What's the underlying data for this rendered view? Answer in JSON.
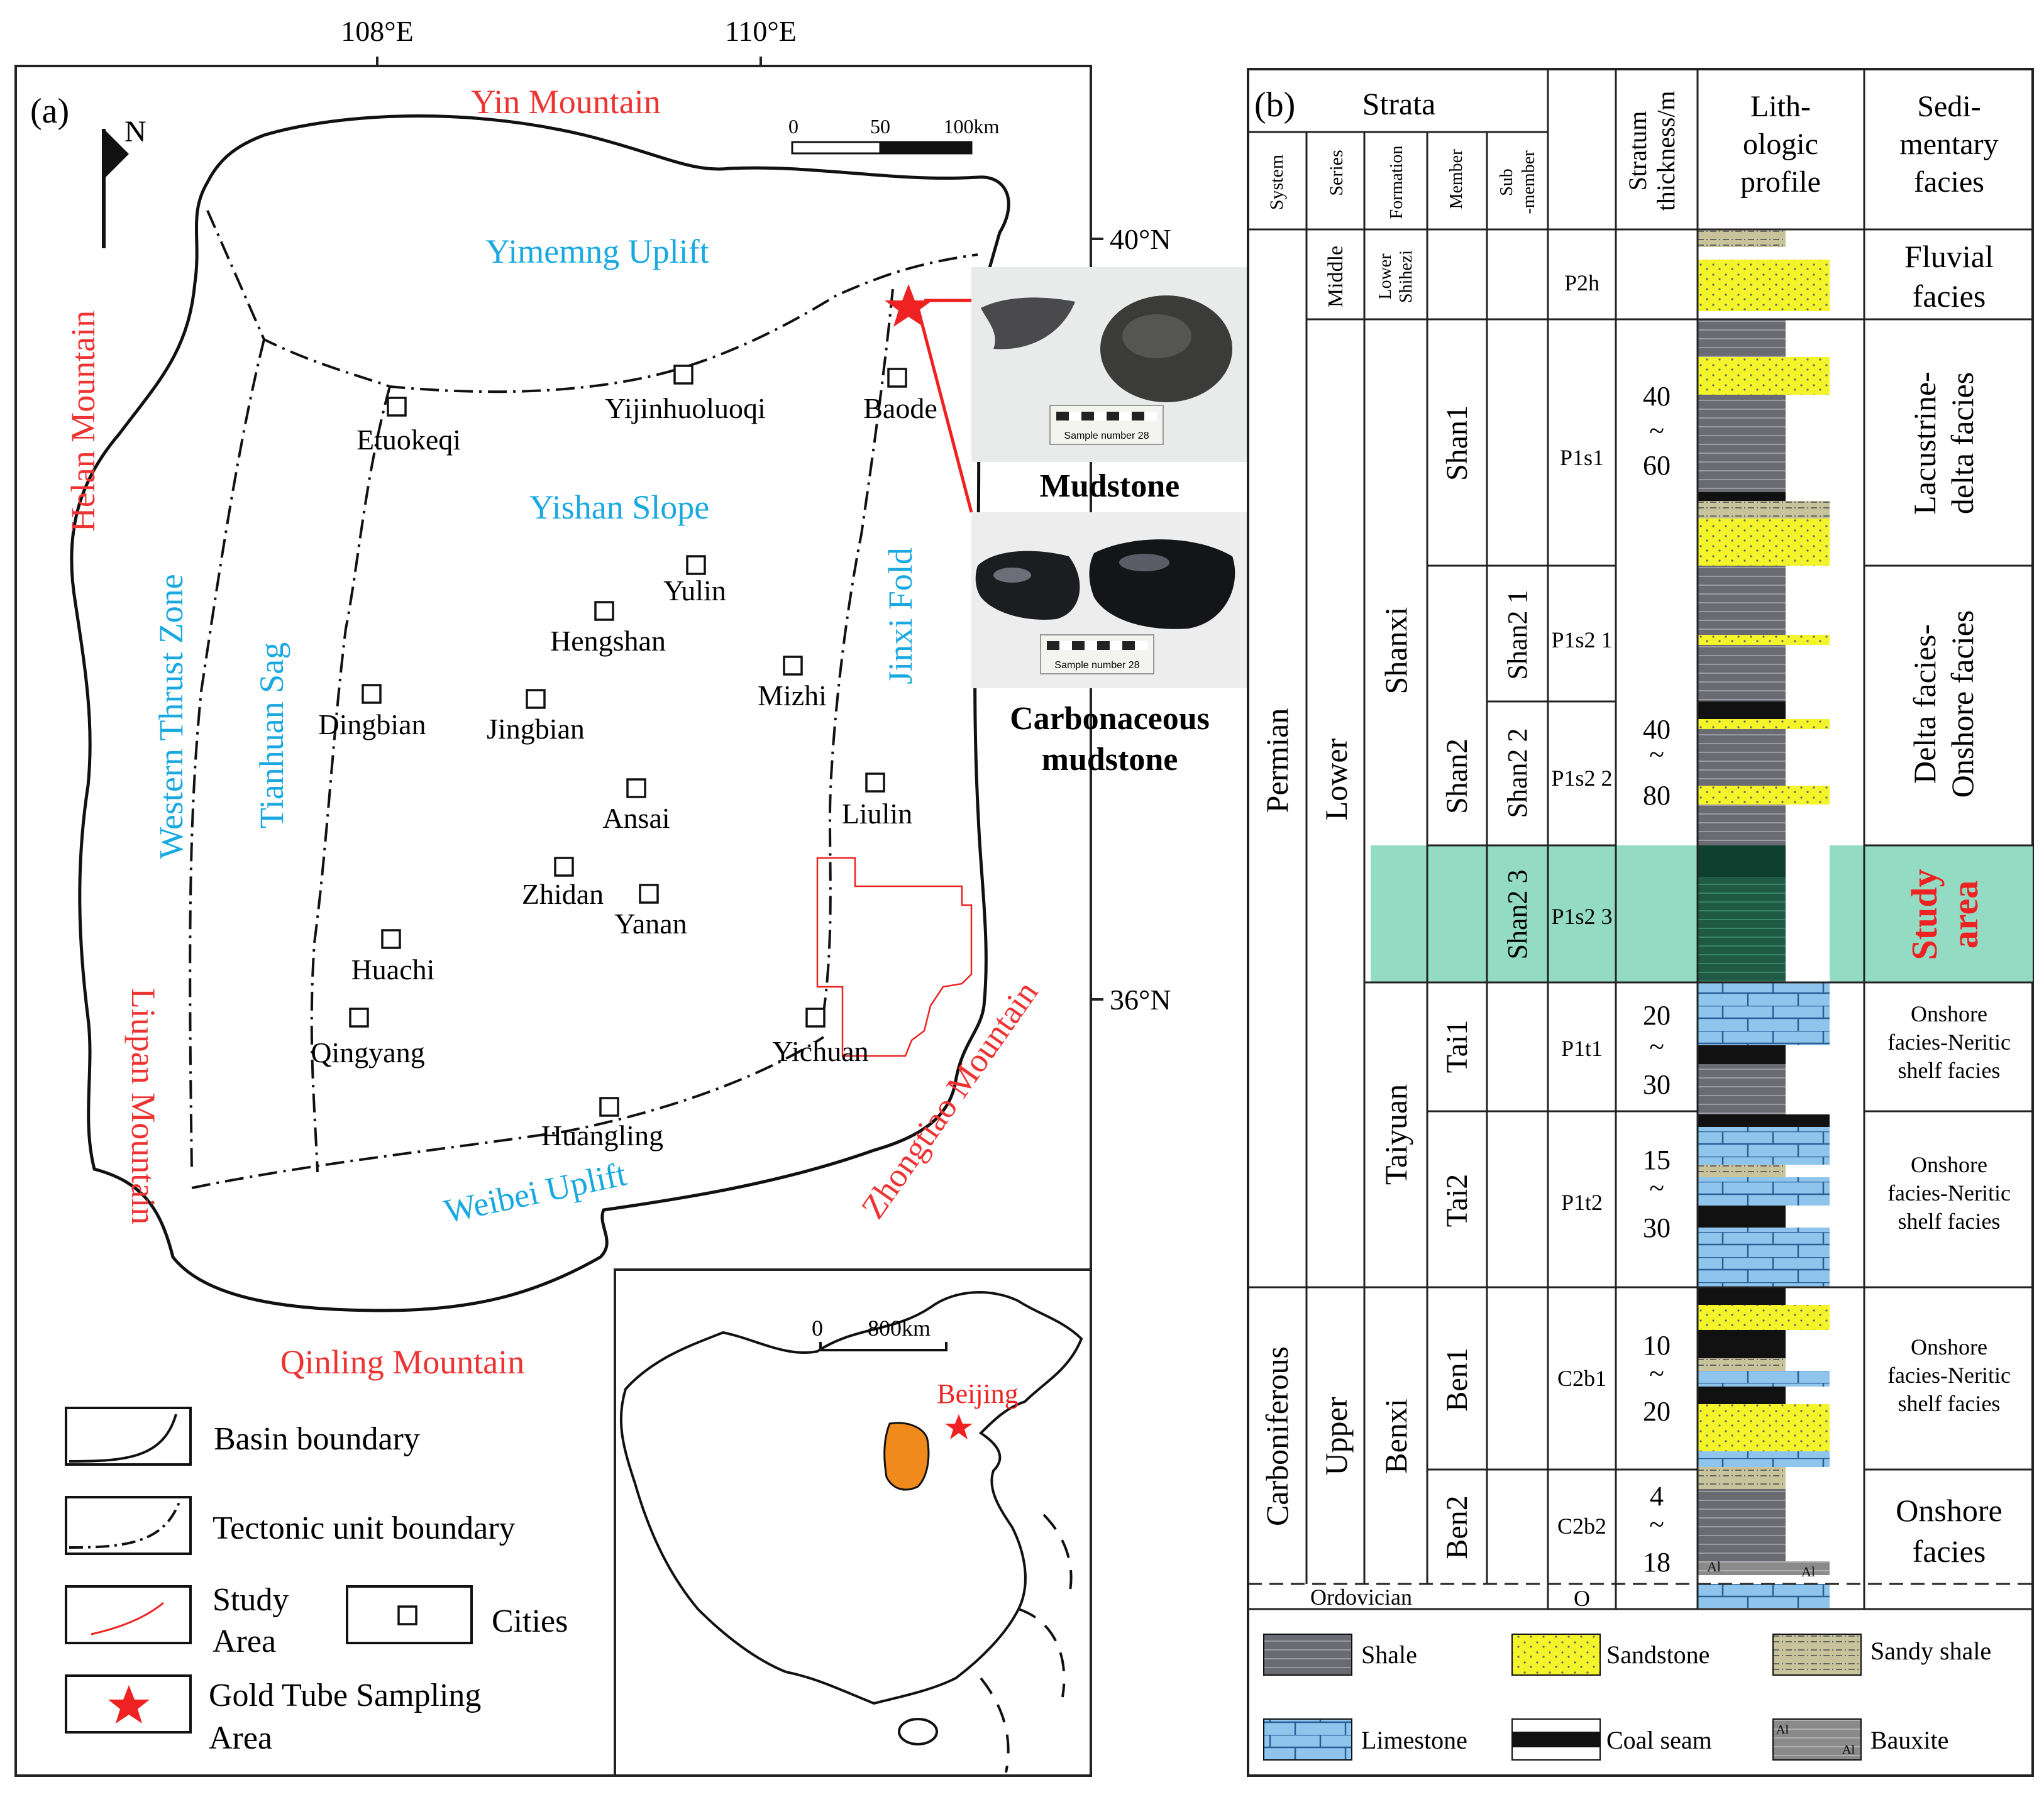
{
  "panel_a": {
    "label": "(a)",
    "north": "N",
    "lon_labels": [
      "108°E",
      "110°E"
    ],
    "lat_labels": [
      "40°N",
      "36°N"
    ],
    "scale": {
      "zero": "0",
      "mid": "50",
      "end": "100km"
    },
    "mountains": {
      "yin": "Yin Mountain",
      "helan": "Helan Mountain",
      "liupan": "Liupan Mountain",
      "qinling": "Qinling Mountain",
      "zhongtiao": "Zhongtiao Mountain"
    },
    "tectonic_units": {
      "yimeng": "Yimemng Uplift",
      "yishan": "Yishan Slope",
      "western": "Western Thrust Zone",
      "tianhuan": "Tianhuan Sag",
      "jinxi": "Jinxi Fold",
      "weibei": "Weibei Uplift"
    },
    "cities": [
      "Etuokeqi",
      "Yijinhuoluoqi",
      "Baode",
      "Yulin",
      "Hengshan",
      "Dingbian",
      "Jingbian",
      "Mizhi",
      "Ansai",
      "Liulin",
      "Zhidan",
      "Yanan",
      "Huachi",
      "Qingyang",
      "Yichuan",
      "Huangling"
    ],
    "samples": {
      "mudstone": "Mudstone",
      "carbonaceous_1": "Carbonaceous",
      "carbonaceous_2": "mudstone",
      "sample_tag": "Sample number 28"
    },
    "inset": {
      "zero": "0",
      "scale": "800km",
      "capital": "Beijing"
    },
    "legend": {
      "basin": "Basin boundary",
      "tectonic": "Tectonic unit boundary",
      "study_1": "Study",
      "study_2": "Area",
      "cities": "Cities",
      "gold_1": "Gold Tube Sampling",
      "gold_2": "Area"
    },
    "colors": {
      "mountain": "#ee3333",
      "unit": "#19a9e0",
      "star": "#ee2222",
      "shanxi_province": "#f08a1c"
    }
  },
  "panel_b": {
    "label": "(b)",
    "header": {
      "strata": "Strata",
      "system": "System",
      "series": "Series",
      "formation": "Formation",
      "member": "Member",
      "sub_member_1": "Sub",
      "sub_member_2": "-member",
      "thickness_1": "Stratum",
      "thickness_2": "thickness/m",
      "litho_1": "Lith-",
      "litho_2": "ologic",
      "litho_3": "profile",
      "facies_1": "Sedi-",
      "facies_2": "mentary",
      "facies_3": "facies"
    },
    "systems": {
      "permian": "Permian",
      "carboniferous": "Carboniferous",
      "ordovician": "Ordovician"
    },
    "series": {
      "middle": "Middle",
      "lower": "Lower",
      "upper": "Upper"
    },
    "formations": {
      "shihezi_1": "Lower",
      "shihezi_2": "Shihezi",
      "shanxi": "Shanxi",
      "taiyuan": "Taiyuan",
      "benxi": "Benxi"
    },
    "members": [
      "Shan1",
      "Shan2",
      "Tai1",
      "Tai2",
      "Ben1",
      "Ben2"
    ],
    "sub_members": [
      "Shan2 1",
      "Shan2 2",
      "Shan2 3"
    ],
    "codes": [
      "P2h",
      "P1s1",
      "P1s2 1",
      "P1s2 2",
      "P1s2 3",
      "P1t1",
      "P1t2",
      "C2b1",
      "C2b2",
      "O"
    ],
    "thickness": {
      "shan1": [
        "40",
        "~",
        "60"
      ],
      "shan2": [
        "40",
        "~",
        "80"
      ],
      "tai1": [
        "20",
        "~",
        "30"
      ],
      "tai2": [
        "15",
        "~",
        "30"
      ],
      "ben1": [
        "10",
        "~",
        "20"
      ],
      "ben2": [
        "4",
        "~",
        "18"
      ]
    },
    "facies": {
      "fluvial_1": "Fluvial",
      "fluvial_2": "facies",
      "lacustrine_1": "Lacustrine-",
      "lacustrine_2": "delta facies",
      "delta_1": "Delta facies-",
      "delta_2": "Onshore facies",
      "study_1": "Study",
      "study_2": "area",
      "neritic_1": "Onshore",
      "neritic_2": "facies-Neritic",
      "neritic_3": "shelf facies",
      "onshore_1": "Onshore",
      "onshore_2": "facies"
    },
    "bauxite_marks": [
      "Al",
      "Al"
    ],
    "legend": [
      "Shale",
      "Sandstone",
      "Sandy shale",
      "Limestone",
      "Coal seam",
      "Bauxite"
    ],
    "colors": {
      "study_band": "#93dbc3",
      "sandstone": "#f4f42a",
      "limestone": "#8fc4ec",
      "shale": "#6a6a72",
      "coal": "#111111",
      "sandy_shale": "#c8c39a",
      "study_text": "#ee2222"
    }
  }
}
